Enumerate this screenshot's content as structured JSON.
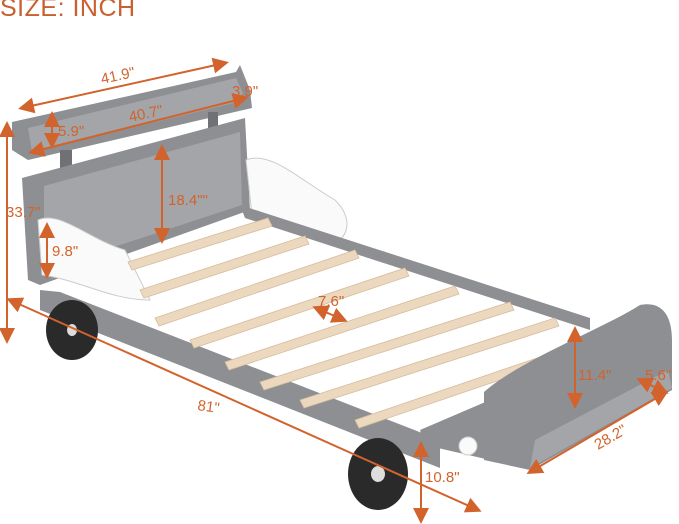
{
  "title": "SIZE: INCH",
  "colors": {
    "annotation": "#d2632c",
    "frame": "#8d8f92",
    "slats": "#ecd8bf"
  },
  "dimensions": {
    "shelf_width": "41.9\"",
    "shelf_depth": "3.9\"",
    "shelf_inner_width": "40.7\"",
    "shelf_height": "5.9\"",
    "headboard_height": "18.4\"\"",
    "total_height": "33.7\"",
    "side_panel_height": "9.8\"",
    "slat_gap": "7.6\"",
    "total_length": "81\"",
    "footboard_shelf_height": "11.4\"",
    "footboard_shelf_depth": "5.6\"",
    "footboard_shelf_width": "28.2\"",
    "clearance_height": "10.8\""
  }
}
